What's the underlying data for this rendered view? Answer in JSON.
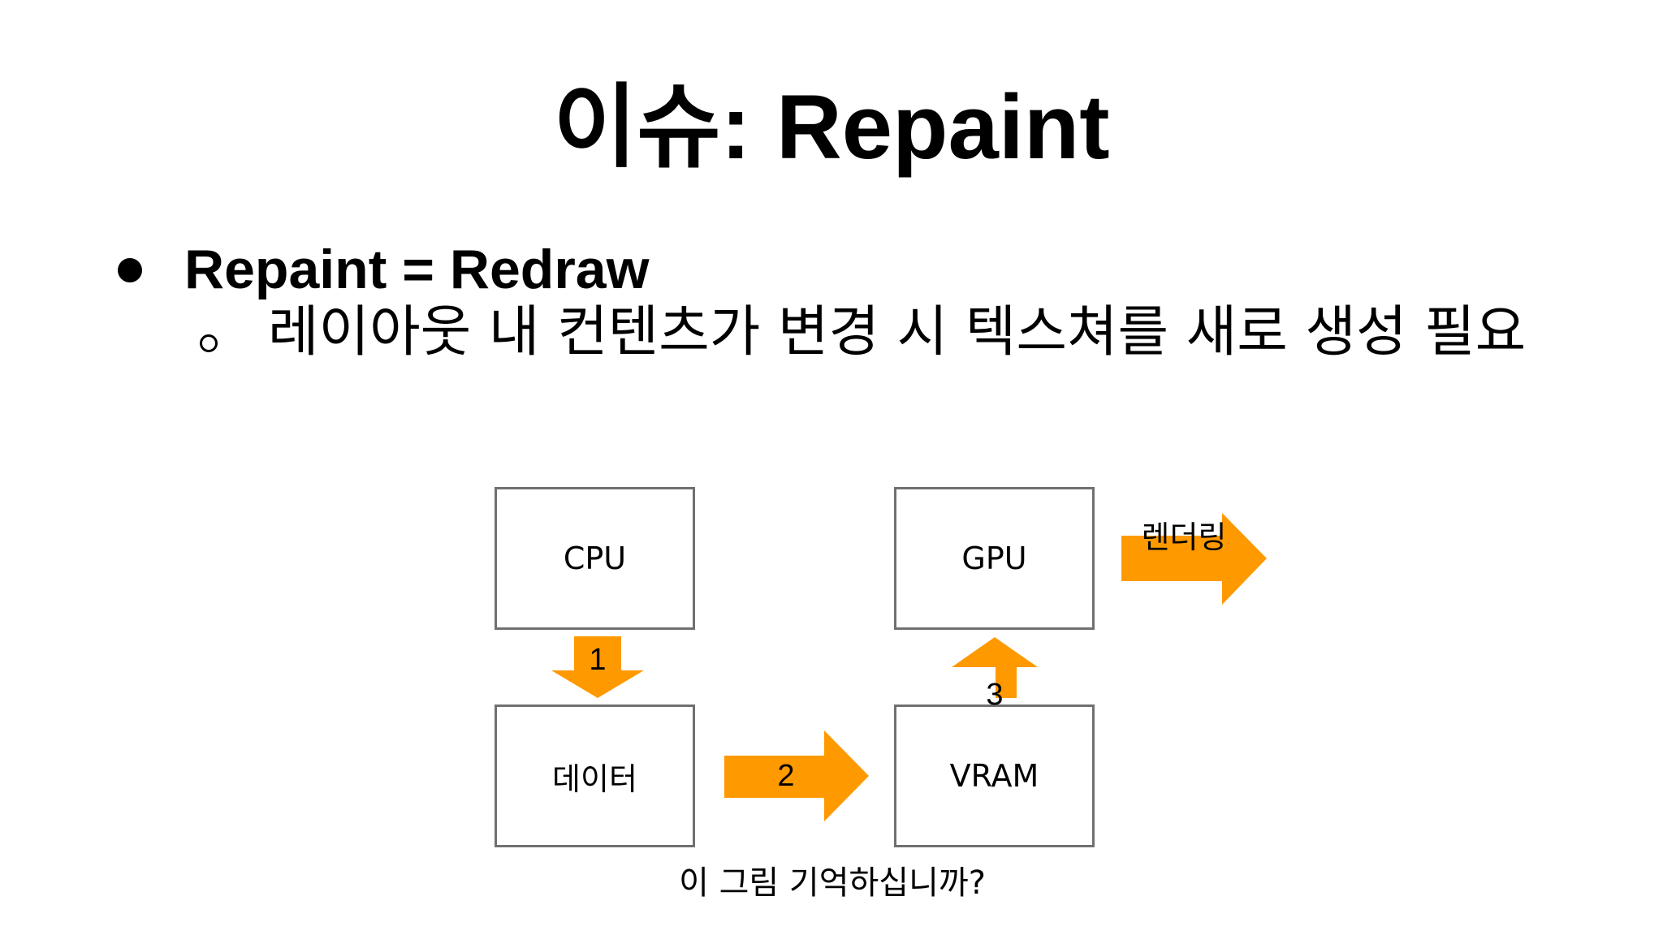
{
  "title": "이슈: Repaint",
  "bullet": {
    "text": "Repaint = Redraw",
    "sub_text": "레이아웃 내 컨텐츠가 변경 시 텍스쳐를 새로 생성 필요"
  },
  "diagram": {
    "boxes": {
      "cpu": "CPU",
      "gpu": "GPU",
      "data": "데이터",
      "vram": "VRAM"
    },
    "arrows": {
      "step1": "1",
      "step2": "2",
      "step3": "3",
      "render": "렌더링"
    },
    "arrow_color": "#ff9900",
    "box_border_color": "#707070"
  },
  "caption": "이 그림 기억하십니까?"
}
